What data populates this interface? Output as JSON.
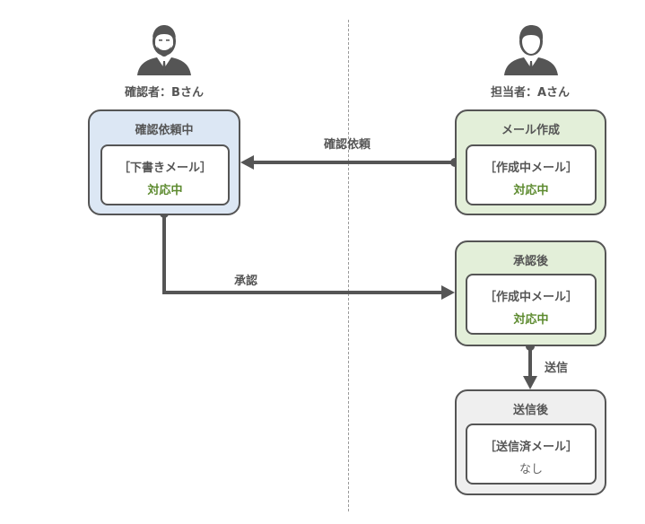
{
  "actors": {
    "reviewer": {
      "label": "確認者：Bさん",
      "icon": "person-with-beard-icon"
    },
    "assignee": {
      "label": "担当者：Aさん",
      "icon": "person-icon"
    }
  },
  "states": {
    "review_request": {
      "title": "確認依頼中",
      "mail": "［下書きメール］",
      "status": "対応中",
      "color": "#dce7f4"
    },
    "mail_create": {
      "title": "メール作成",
      "mail": "［作成中メール］",
      "status": "対応中",
      "color": "#e3efd9"
    },
    "approved": {
      "title": "承認後",
      "mail": "［作成中メール］",
      "status": "対応中",
      "color": "#e3efd9"
    },
    "sent": {
      "title": "送信後",
      "mail": "［送信済メール］",
      "status": "なし",
      "color": "#efefef"
    }
  },
  "transitions": {
    "request": "確認依頼",
    "approve": "承認",
    "send": "送信"
  },
  "colors": {
    "active_status": "#5c8a2e",
    "line": "#555555"
  }
}
